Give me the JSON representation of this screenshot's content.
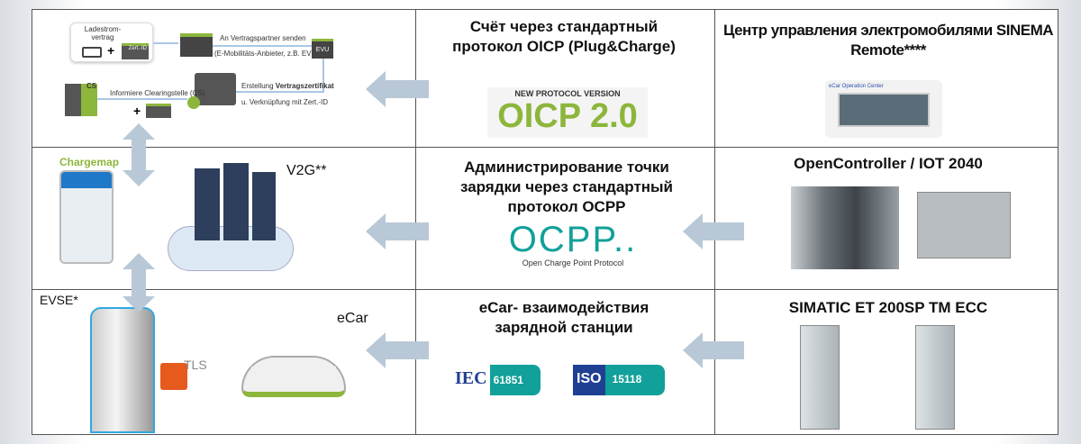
{
  "row1": {
    "flow": {
      "contract": "Ladestrom-\nvertrag",
      "zert": "Zert.-ID",
      "send": "An Vertragspartner senden",
      "send_sub": "(E-Mobilitäts-Anbieter, z.B. EVU)",
      "evu": "EVU",
      "cs": "CS",
      "inform": "Informiere Clearingstelle (CS)",
      "create_prefix": "Erstellung ",
      "create_bold": "Vertragszertifikat",
      "link": "u. Verknüpfung mit Zert.-ID"
    },
    "middle_title": "Счёт через стандартный протокол OICP (Plug&Charge)",
    "oicp_new": "NEW PROTOCOL VERSION",
    "oicp_logo": "OICP 2.0",
    "right_title": "Центр управления электромобилями SINEMA Remote****",
    "ecar_center": "eCar Operation Center"
  },
  "row2": {
    "chargemap": "Chargemap",
    "v2g": "V2G**",
    "middle_title": "Администрирование точки зарядки через стандартный протокол OCPP",
    "ocpp_logo": "OCPP..",
    "ocpp_sub": "Open Charge Point Protocol",
    "right_title": "OpenController / IOT 2040"
  },
  "row3": {
    "evse": "EVSE*",
    "ecar": "eCar",
    "tls": "TLS",
    "middle_title": "eCar- взаимодействия зарядной станции",
    "iec": "IEC",
    "iec_num": "61851",
    "iso": "ISO",
    "iso_num": "15118",
    "right_title": "SIMATIC  ET 200SP TM ECC"
  },
  "colors": {
    "arrow": "#b8c8d6",
    "green": "#8cb63c",
    "teal": "#12a09a",
    "blue": "#1f3f93"
  }
}
